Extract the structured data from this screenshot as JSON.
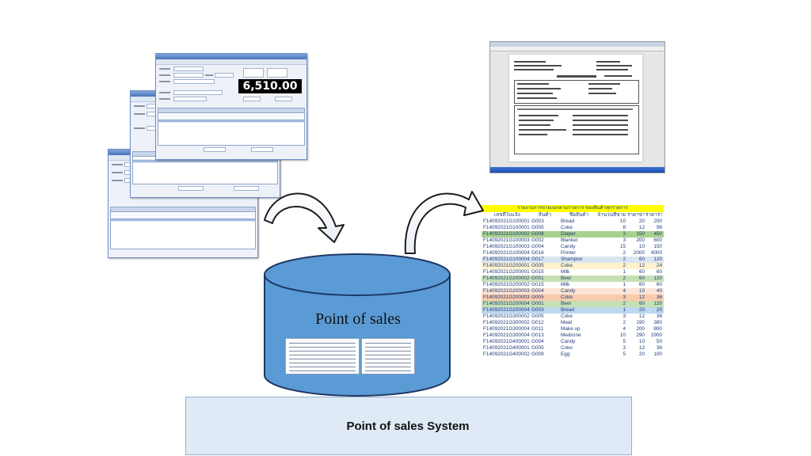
{
  "pos_screens": {
    "total_display": "6,510.00"
  },
  "database": {
    "label": "Point of sales"
  },
  "system_box": {
    "label": "Point of sales System"
  },
  "sales_report": {
    "title": "รายงานการขายแยกตามรายการ ของสินค้าทุกรายการ",
    "columns": [
      "เลขที่ใบแจ้ง",
      "สินค้า",
      "ชื่อสินค้า",
      "จำนวนที่ขาย",
      "ราคาขาย",
      "ราคารวม"
    ],
    "rows": [
      {
        "bill": "F14092021G100001",
        "code": "G003",
        "name": "Bread",
        "qty": "10",
        "price": "20",
        "total": "200",
        "color": "#ffffff"
      },
      {
        "bill": "F14092021G100001",
        "code": "G005",
        "name": "Coke",
        "qty": "8",
        "price": "12",
        "total": "96",
        "color": "#ffffff"
      },
      {
        "bill": "F14092021G100002",
        "code": "G008",
        "name": "Diaper",
        "qty": "3",
        "price": "150",
        "total": "450",
        "color": "#a9d18e"
      },
      {
        "bill": "F14092021G100003",
        "code": "G002",
        "name": "Blanket",
        "qty": "3",
        "price": "200",
        "total": "600",
        "color": "#ffffff"
      },
      {
        "bill": "F14092021G100003",
        "code": "G004",
        "name": "Candy",
        "qty": "15",
        "price": "10",
        "total": "150",
        "color": "#ffffff"
      },
      {
        "bill": "F14092021G100004",
        "code": "G016",
        "name": "Printer",
        "qty": "2",
        "price": "2000",
        "total": "4000",
        "color": "#ffffff"
      },
      {
        "bill": "F14092021G100004",
        "code": "G017",
        "name": "Shampoo",
        "qty": "2",
        "price": "60",
        "total": "120",
        "color": "#dbe5f1"
      },
      {
        "bill": "F14092021G200001",
        "code": "G005",
        "name": "Coke",
        "qty": "2",
        "price": "12",
        "total": "24",
        "color": "#fff2cc"
      },
      {
        "bill": "F14092021G200001",
        "code": "G015",
        "name": "Milk",
        "qty": "1",
        "price": "60",
        "total": "60",
        "color": "#ffffff"
      },
      {
        "bill": "F14092021G200002",
        "code": "G001",
        "name": "Beer",
        "qty": "2",
        "price": "60",
        "total": "120",
        "color": "#c6e0b4"
      },
      {
        "bill": "F14092021G200002",
        "code": "G015",
        "name": "Milk",
        "qty": "1",
        "price": "60",
        "total": "60",
        "color": "#ffffff"
      },
      {
        "bill": "F14092021G200003",
        "code": "G004",
        "name": "Candy",
        "qty": "4",
        "price": "10",
        "total": "40",
        "color": "#fce4d6"
      },
      {
        "bill": "F14092021G200003",
        "code": "G005",
        "name": "Coke",
        "qty": "3",
        "price": "12",
        "total": "36",
        "color": "#f8cbad"
      },
      {
        "bill": "F14092021G200004",
        "code": "G001",
        "name": "Beer",
        "qty": "2",
        "price": "60",
        "total": "120",
        "color": "#c6e0b4"
      },
      {
        "bill": "F14092021G200004",
        "code": "G003",
        "name": "Bread",
        "qty": "1",
        "price": "20",
        "total": "20",
        "color": "#bdd7ee"
      },
      {
        "bill": "F14092021G300002",
        "code": "G005",
        "name": "Coke",
        "qty": "3",
        "price": "12",
        "total": "36",
        "color": "#ffffff"
      },
      {
        "bill": "F14092021G300002",
        "code": "G012",
        "name": "Meat",
        "qty": "2",
        "price": "190",
        "total": "380",
        "color": "#ffffff"
      },
      {
        "bill": "F14092021G300004",
        "code": "G011",
        "name": "Make up",
        "qty": "4",
        "price": "200",
        "total": "800",
        "color": "#ffffff"
      },
      {
        "bill": "F14092021G300004",
        "code": "G013",
        "name": "Medicine",
        "qty": "10",
        "price": "290",
        "total": "2900",
        "color": "#ffffff"
      },
      {
        "bill": "F14092021G400001",
        "code": "G004",
        "name": "Candy",
        "qty": "5",
        "price": "10",
        "total": "50",
        "color": "#ffffff"
      },
      {
        "bill": "F14092021G400001",
        "code": "G005",
        "name": "Coke",
        "qty": "3",
        "price": "12",
        "total": "36",
        "color": "#ffffff"
      },
      {
        "bill": "F14092021G400002",
        "code": "G009",
        "name": "Egg",
        "qty": "5",
        "price": "20",
        "total": "100",
        "color": "#ffffff"
      }
    ]
  },
  "colors": {
    "cylinder_fill": "#5b9bd5",
    "cylinder_stroke": "#1f3864",
    "system_box_fill": "#dfeaf6",
    "report_title_bg": "#ffff00"
  }
}
